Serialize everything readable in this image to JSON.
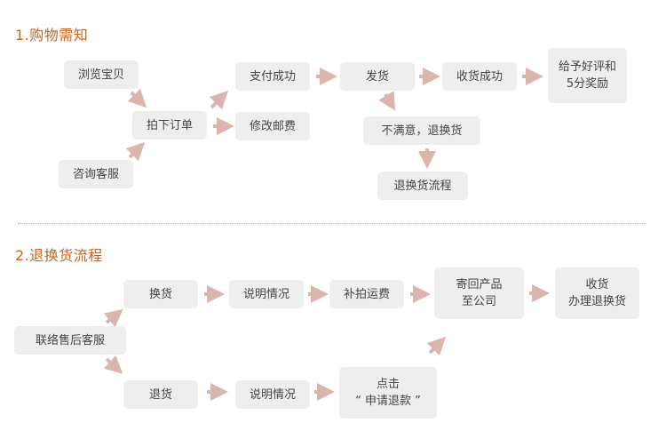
{
  "colors": {
    "title": "#c8641e",
    "box_bg": "#eeeeee",
    "arrow": "#d9b5ab",
    "text": "#444444"
  },
  "section1": {
    "title": "1.购物需知",
    "nodes": {
      "browse": "浏览宝贝",
      "consult": "咨询客服",
      "order": "拍下订单",
      "pay": "支付成功",
      "modify_postage": "修改邮费",
      "ship": "发货",
      "received": "收货成功",
      "review_line1": "给予好评和",
      "review_line2": "5分奖励",
      "unsatisfied": "不满意，退换货",
      "return_flow": "退换货流程"
    }
  },
  "section2": {
    "title": "2.退换货流程",
    "nodes": {
      "contact": "联络售后客服",
      "exchange": "换货",
      "explain1": "说明情况",
      "extra_shipping": "补拍运费",
      "send_back_line1": "寄回产品",
      "send_back_line2": "至公司",
      "receive_line1": "收货",
      "receive_line2": "办理退换货",
      "refund": "退货",
      "explain2": "说明情况",
      "click_line1": "点击",
      "click_line2": "“ 申请退款 ”"
    }
  }
}
